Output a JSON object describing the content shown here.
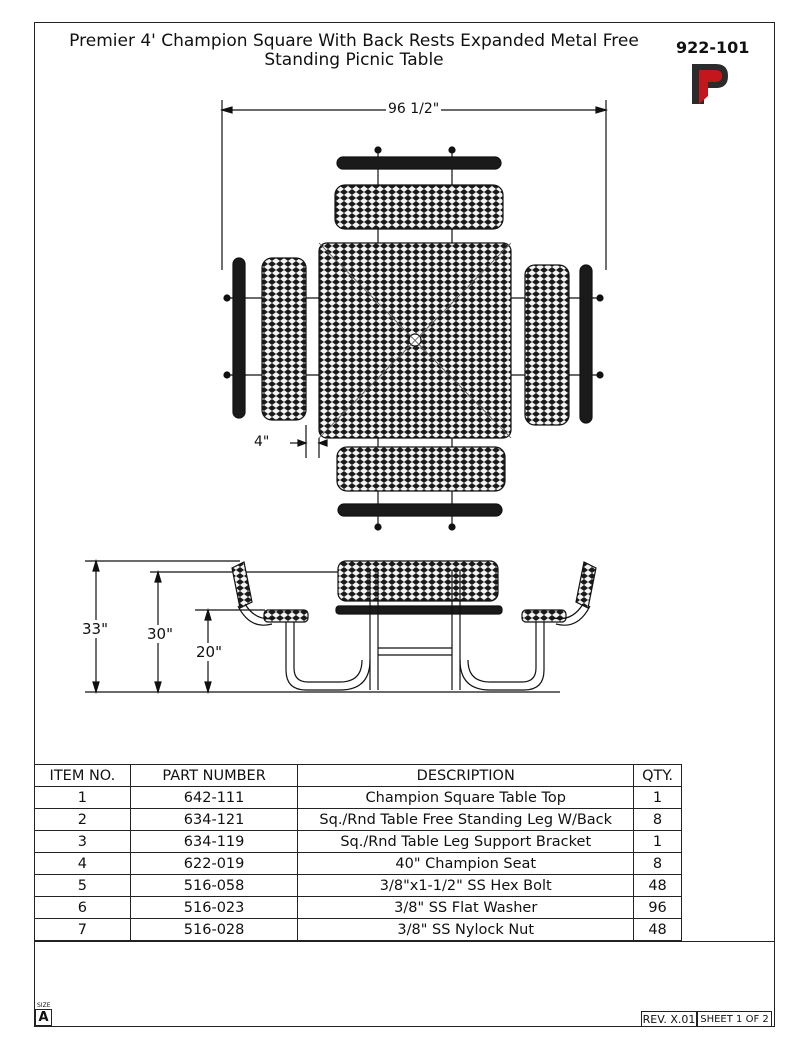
{
  "header": {
    "title_line1": "Premier 4' Champion Square With Back Rests Expanded Metal Free",
    "title_line2": "Standing Picnic Table",
    "doc_number": "922-101"
  },
  "dimensions": {
    "overall_width": "96 1/2\"",
    "overhang": "4\"",
    "back_height": "33\"",
    "table_height": "30\"",
    "seat_height": "20\""
  },
  "bom": {
    "headers": [
      "ITEM NO.",
      "PART NUMBER",
      "DESCRIPTION",
      "QTY."
    ],
    "rows": [
      [
        "1",
        "642-111",
        "Champion Square Table Top",
        "1"
      ],
      [
        "2",
        "634-121",
        "Sq./Rnd Table Free Standing Leg W/Back",
        "8"
      ],
      [
        "3",
        "634-119",
        "Sq./Rnd Table Leg Support Bracket",
        "1"
      ],
      [
        "4",
        "622-019",
        "40\" Champion Seat",
        "8"
      ],
      [
        "5",
        "516-058",
        "3/8\"x1-1/2\" SS Hex Bolt",
        "48"
      ],
      [
        "6",
        "516-023",
        "3/8\" SS Flat Washer",
        "96"
      ],
      [
        "7",
        "516-028",
        "3/8\" SS Nylock Nut",
        "48"
      ]
    ]
  },
  "footer": {
    "size_label": "SIZE",
    "size_value": "A",
    "revision": "REV. X.01",
    "sheet": "SHEET 1 OF 2"
  },
  "colors": {
    "logo_red": "#c4161c",
    "logo_dark": "#2b2b2b",
    "line": "#111111"
  }
}
